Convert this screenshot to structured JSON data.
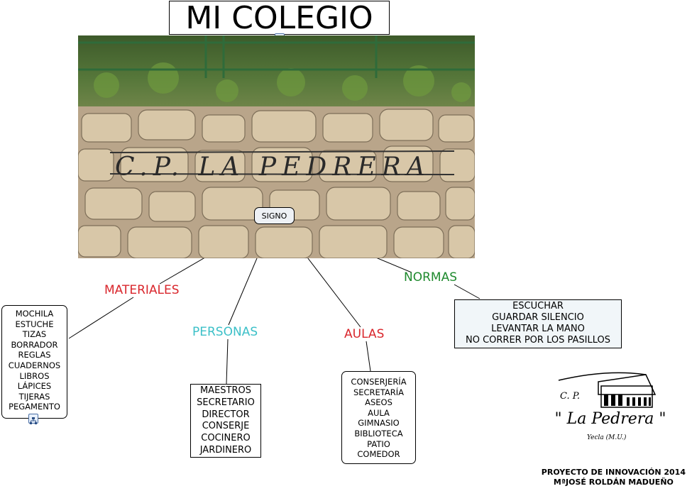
{
  "title": "MI COLEGIO",
  "center_node": "SIGNO",
  "photo": {
    "inscription": "C.P. LA PEDRERA"
  },
  "branches": {
    "materiales": {
      "label": "MATERIALES",
      "color": "#d9262c",
      "items": [
        "MOCHILA",
        "ESTUCHE",
        "TIZAS",
        "BORRADOR",
        "REGLAS",
        "CUADERNOS",
        "LIBROS",
        "LÁPICES",
        "TIJERAS",
        "PEGAMENTO"
      ]
    },
    "personas": {
      "label": "PERSONAS",
      "color": "#3cc0c8",
      "items": [
        "MAESTROS",
        "SECRETARIO",
        "DIRECTOR",
        "CONSERJE",
        "COCINERO",
        "JARDINERO"
      ]
    },
    "aulas": {
      "label": "AULAS",
      "color": "#d9262c",
      "items": [
        "CONSERJERÍA",
        "SECRETARÍA",
        "ASEOS",
        "AULA",
        "GIMNASIO",
        "BIBLIOTECA",
        "PATIO",
        "COMEDOR"
      ]
    },
    "normas": {
      "label": "NORMAS",
      "color": "#1f8a2e",
      "items": [
        "ESCUCHAR",
        "GUARDAR SILENCIO",
        "LEVANTAR LA MANO",
        "NO CORRER POR LOS PASILLOS"
      ]
    }
  },
  "logo": {
    "prefix": "C. P.",
    "name": "\" La Pedrera \"",
    "place": "Yecla (M.U.)"
  },
  "footer": {
    "line1": "PROYECTO DE INNOVACIÓN 2014",
    "line2": "MªJOSÉ ROLDÁN MADUEÑO"
  }
}
